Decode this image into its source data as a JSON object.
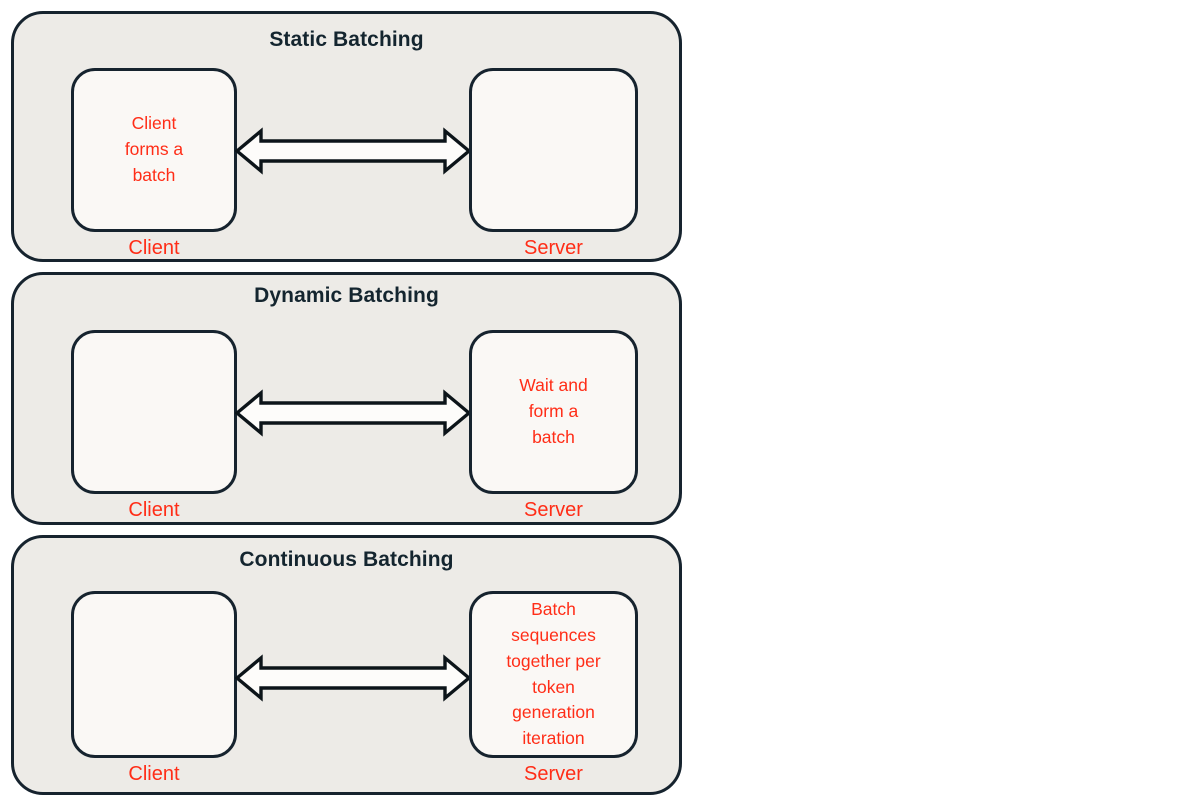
{
  "diagram": {
    "title_color": "#14252F",
    "accent_red": "#FF2D17",
    "panel_bg": "#EDEBE7",
    "node_bg": "#FAF8F5",
    "border_color": "#16232E",
    "canvas_bg": "#FFFFFF",
    "panels": [
      {
        "title": "Static Batching",
        "client": {
          "body": "Client\nforms a\nbatch",
          "caption": "Client"
        },
        "server": {
          "body": "",
          "caption": "Server"
        },
        "connector": "double-headed-arrow"
      },
      {
        "title": "Dynamic Batching",
        "client": {
          "body": "",
          "caption": "Client"
        },
        "server": {
          "body": "Wait and\nform a\nbatch",
          "caption": "Server"
        },
        "connector": "double-headed-arrow"
      },
      {
        "title": "Continuous Batching",
        "client": {
          "body": "",
          "caption": "Client"
        },
        "server": {
          "body": "Batch\nsequences\ntogether per\ntoken\ngeneration\niteration",
          "caption": "Server"
        },
        "connector": "double-headed-arrow"
      }
    ]
  }
}
